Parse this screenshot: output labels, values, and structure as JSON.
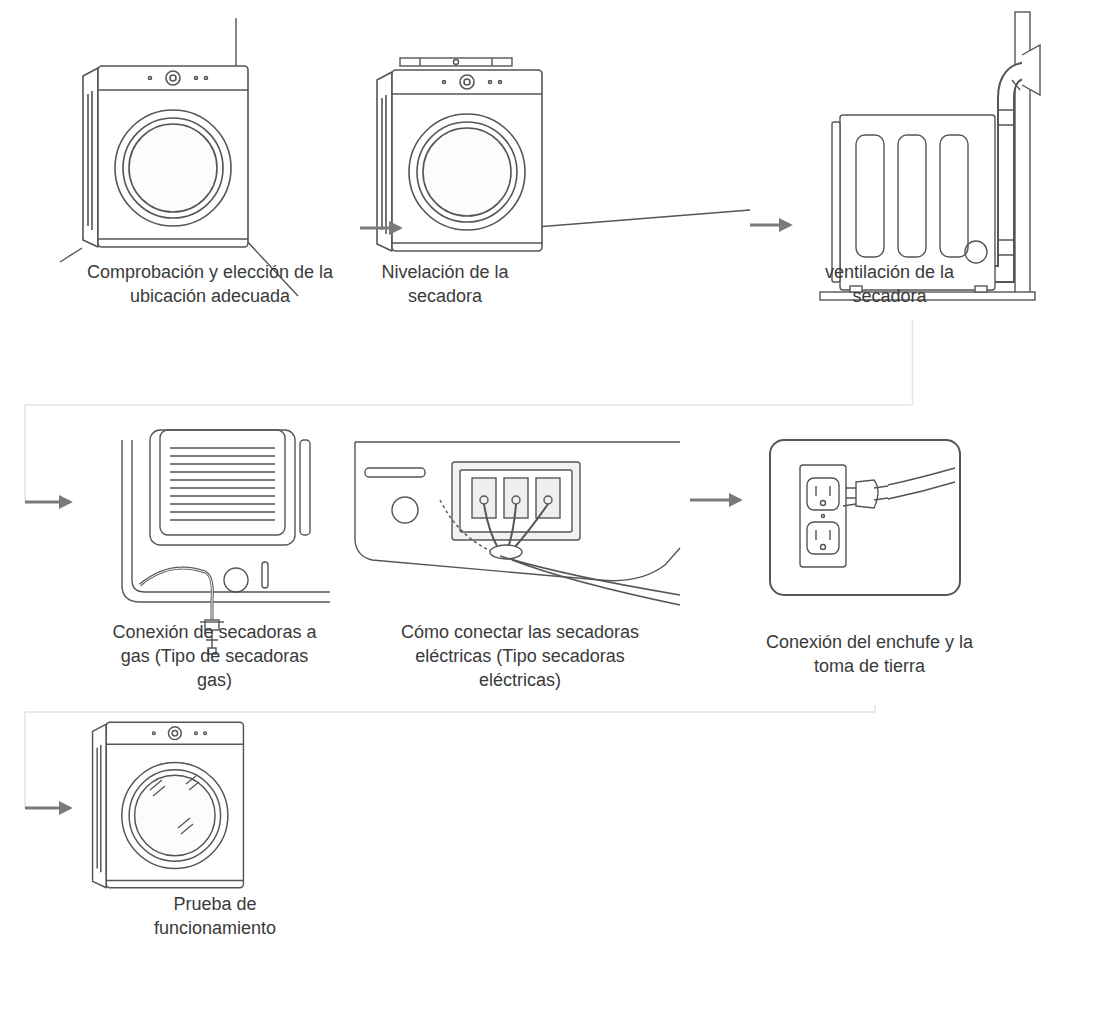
{
  "diagram": {
    "nodes": [
      {
        "text": [
          "Comprobación y elección de la ubicación adecuada"
        ]
      },
      {
        "text": [
          "Nivelación de la secadora"
        ]
      },
      {
        "text": [
          "ventilación de la secadora"
        ]
      },
      {
        "text": [
          "Conexión de secadoras a gas (Tipo de secadoras gas)"
        ]
      },
      {
        "text": [
          "Cómo conectar las secadoras eléctricas (Tipo secadoras eléctricas)"
        ]
      },
      {
        "text": [
          "Conexión del enchufe y la toma de tierra"
        ]
      },
      {
        "text": [
          "Prueba de funcionamiento"
        ]
      }
    ],
    "edges": [
      {
        "from": 0,
        "to": 1,
        "arrow": "to"
      },
      {
        "from": 1,
        "to": 2,
        "arrow": "to"
      },
      {
        "from": 2,
        "to": 3,
        "arrow": "to"
      },
      {
        "from": 4,
        "to": 5,
        "arrow": "to"
      },
      {
        "from": 5,
        "to": 6,
        "arrow": "to"
      }
    ]
  }
}
